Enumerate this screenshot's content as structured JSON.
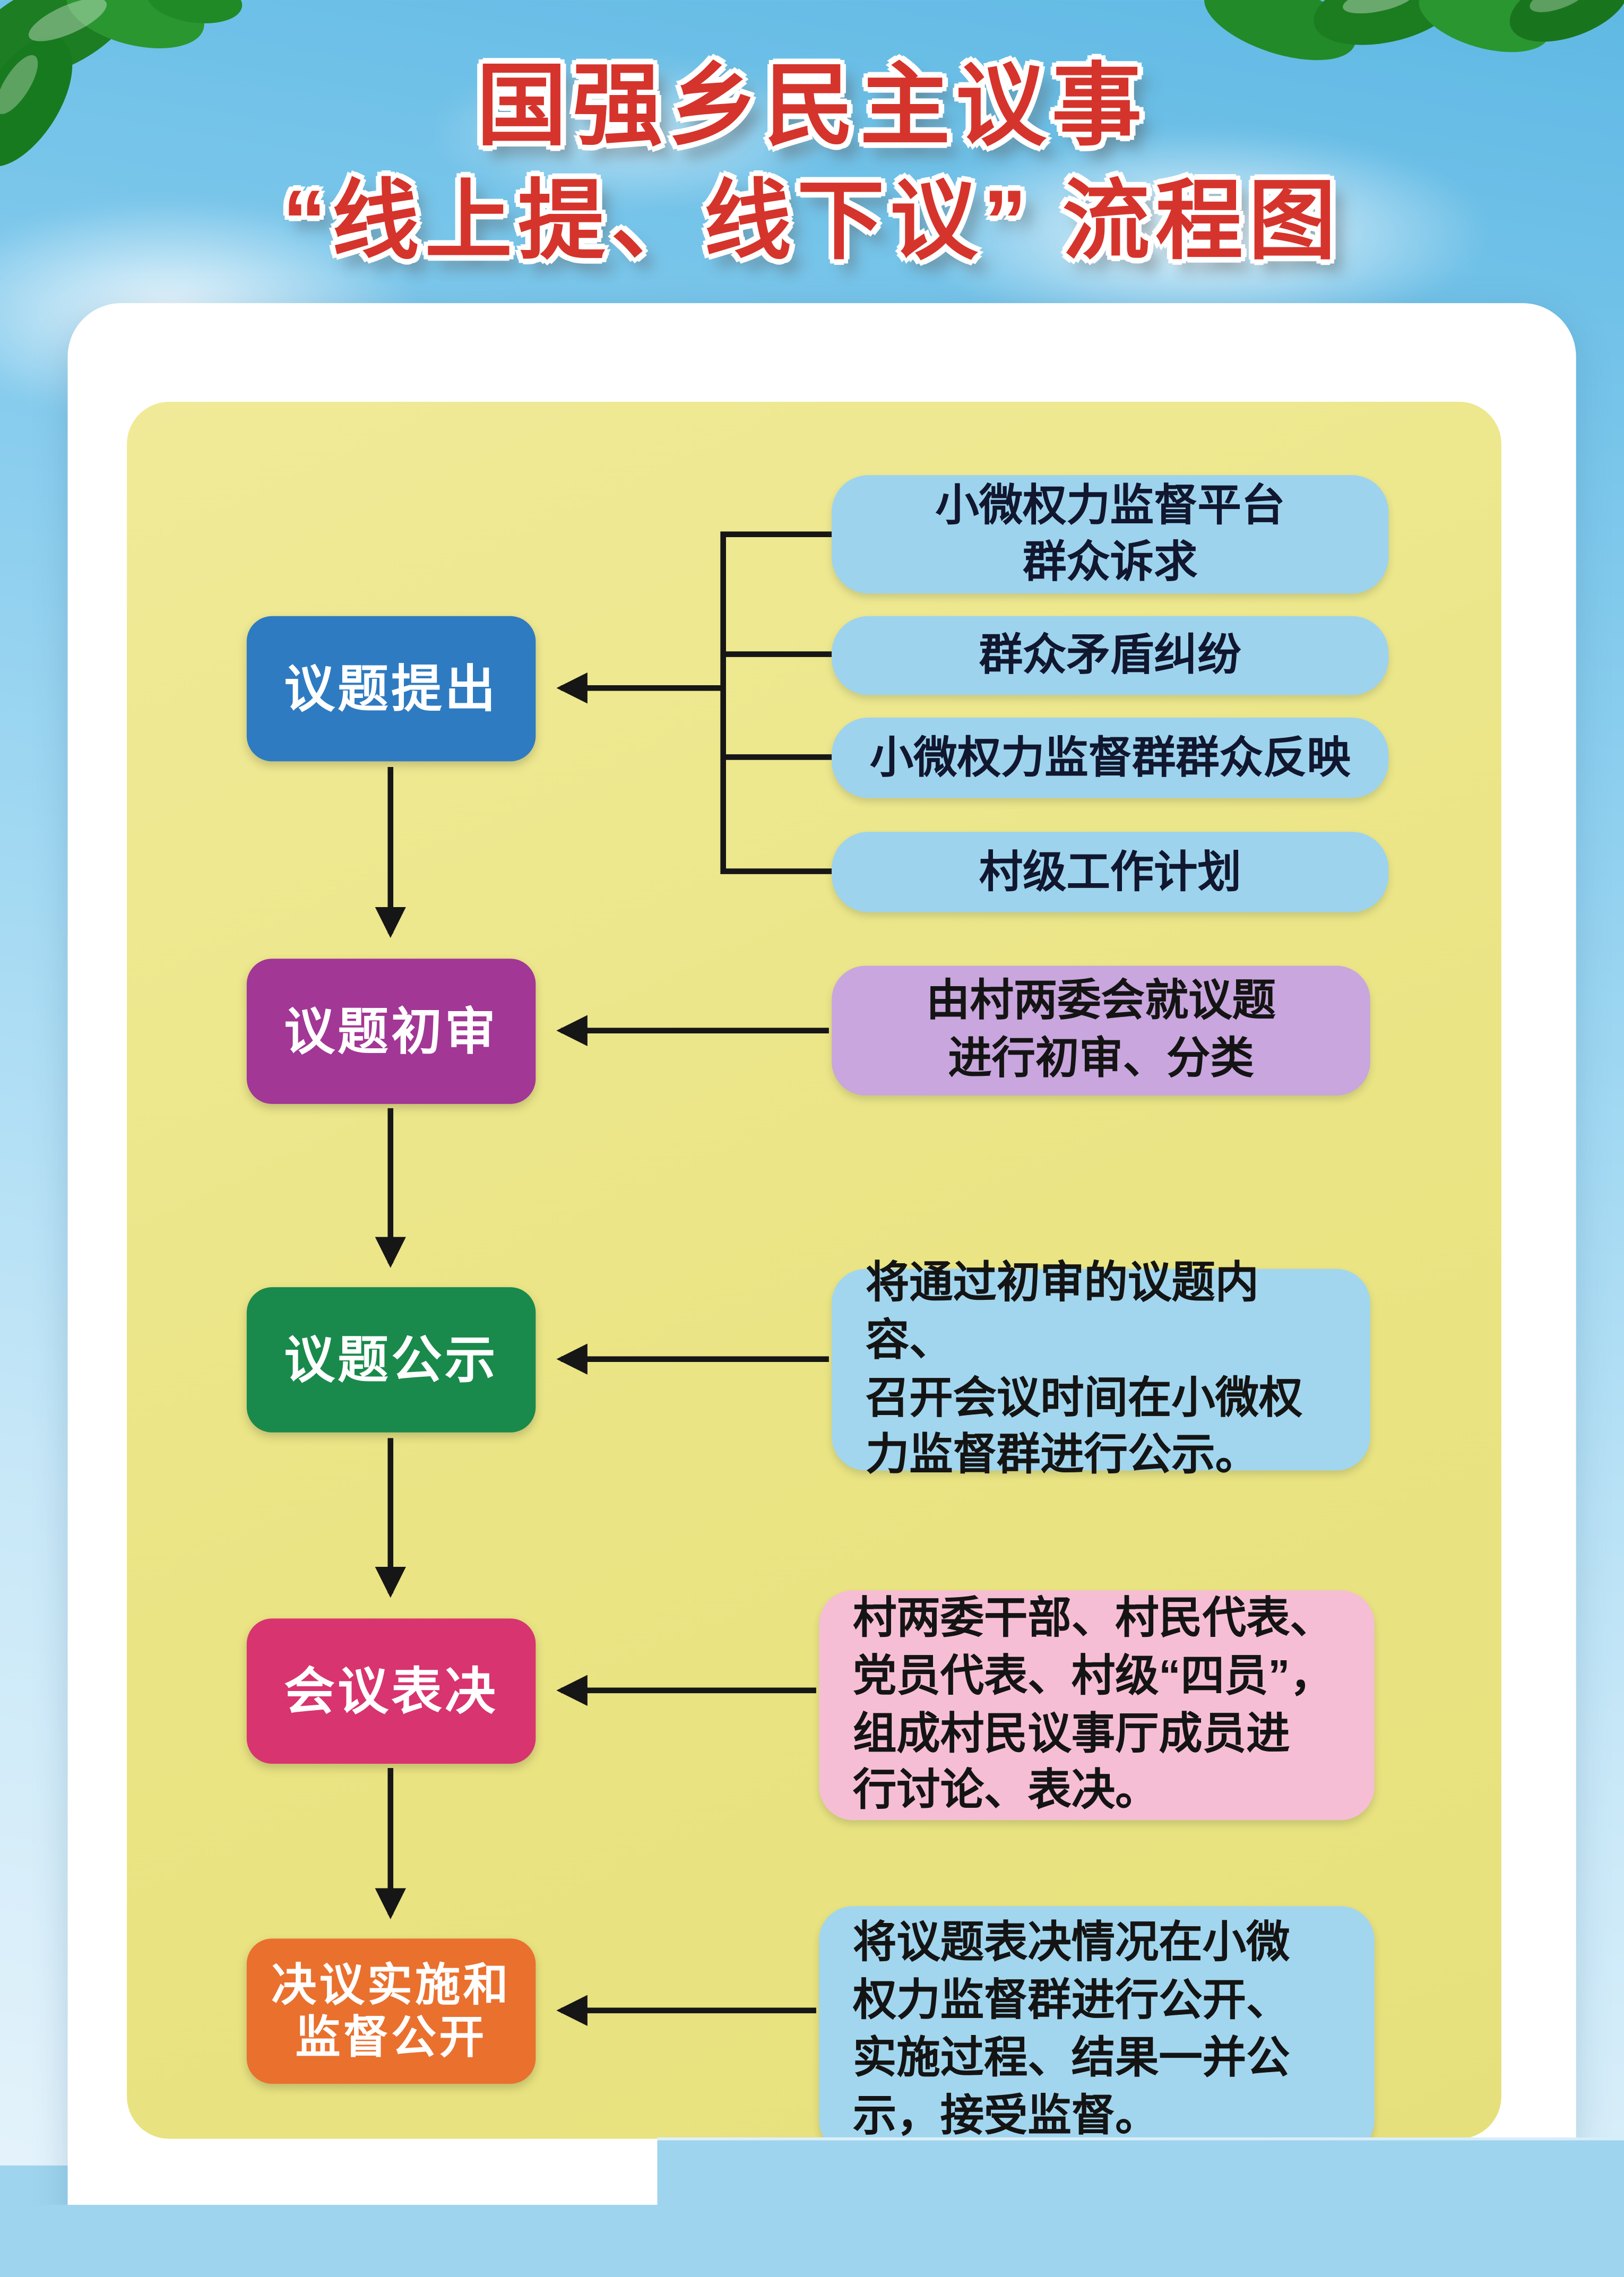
{
  "poster": {
    "title_line1": "国强乡民主议事",
    "title_line2": "“线上提、线下议” 流程图",
    "title_color": "#d5342c"
  },
  "flow": {
    "stages": [
      {
        "label": "议题提出",
        "color": "#2e7bc2"
      },
      {
        "label": "议题初审",
        "color": "#a23796"
      },
      {
        "label": "议题公示",
        "color": "#198a4b"
      },
      {
        "label": "会议表决",
        "color": "#d8346f"
      },
      {
        "label": "决议实施和\n监督公开",
        "color": "#ea702e"
      }
    ],
    "sources": [
      {
        "label": "小微权力监督平台\n群众诉求"
      },
      {
        "label": "群众矛盾纠纷"
      },
      {
        "label": "小微权力监督群群众反映"
      },
      {
        "label": "村级工作计划"
      }
    ],
    "source_box_color": "#9ed3ee",
    "annotations": [
      {
        "label": "由村两委会就议题\n进行初审、分类",
        "color": "#c9a6dd"
      },
      {
        "label": "将通过初审的议题内容、\n召开会议时间在小微权\n力监督群进行公示。",
        "color": "#a2d6ee"
      },
      {
        "label": "村两委干部、村民代表、\n党员代表、村级“四员”，\n组成村民议事厅成员进\n行讨论、表决。",
        "color": "#f6bed4"
      },
      {
        "label": "将议题表决情况在小微\n权力监督群进行公开、\n实施过程、结果一并公\n示，接受监督。",
        "color": "#a2d6ee"
      }
    ]
  }
}
